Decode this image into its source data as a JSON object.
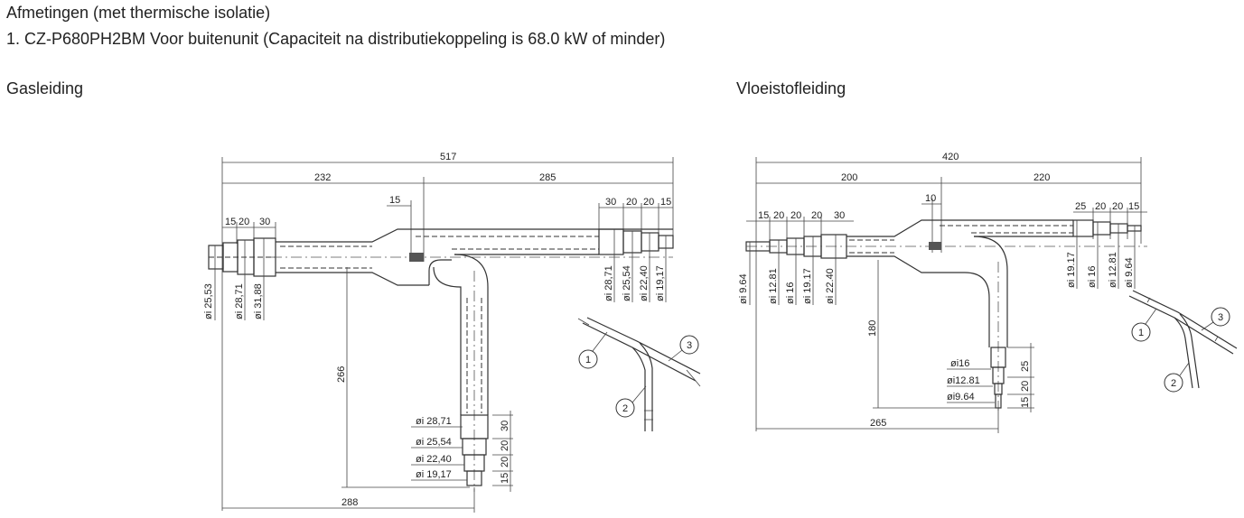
{
  "header": {
    "title": "Afmetingen (met thermische isolatie)",
    "subtitle": "1. CZ-P680PH2BM Voor buitenunit (Capaciteit na distributiekoppeling is 68.0 kW of minder)"
  },
  "gas": {
    "label": "Gasleiding",
    "dims": {
      "total": "517",
      "left": "232",
      "right": "285",
      "d15": "15",
      "d30r": "30",
      "d20a": "20",
      "d20b": "20",
      "d15r": "15",
      "d15l": "15",
      "d20l": "20",
      "d30l": "30",
      "vert": "266",
      "bottom": "288",
      "b30": "30",
      "b20": "20",
      "b20b": "20",
      "b15": "15"
    },
    "diameters": {
      "l1": "øi 25,53",
      "l2": "øi 28,71",
      "l3": "øi 31,88",
      "r1": "øi 28,71",
      "r2": "øi 25,54",
      "r3": "øi 22,40",
      "r4": "øi 19,17",
      "b1": "øi 28,71",
      "b2": "øi 25,54",
      "b3": "øi 22,40",
      "b4": "øi 19,17"
    }
  },
  "liquid": {
    "label": "Vloeistofleiding",
    "dims": {
      "total": "420",
      "left": "200",
      "right": "220",
      "d10": "10",
      "l15": "15",
      "l20a": "20",
      "l20b": "20",
      "l20c": "20",
      "l30": "30",
      "r25": "25",
      "r20a": "20",
      "r20b": "20",
      "r15": "15",
      "vert": "180",
      "bottom": "265",
      "b25": "25",
      "b20": "20",
      "b15": "15"
    },
    "diameters": {
      "l1": "øi 9.64",
      "l2": "øi 12.81",
      "l3": "øi 16",
      "l4": "øi 19.17",
      "l5": "øi 22.40",
      "r1": "øi 19.17",
      "r2": "øi 16",
      "r3": "øi 12.81",
      "r4": "øi 9.64",
      "b1": "øi16",
      "b2": "øi12.81",
      "b3": "øi9.64"
    }
  },
  "callouts": {
    "n1": "1",
    "n2": "2",
    "n3": "3"
  }
}
